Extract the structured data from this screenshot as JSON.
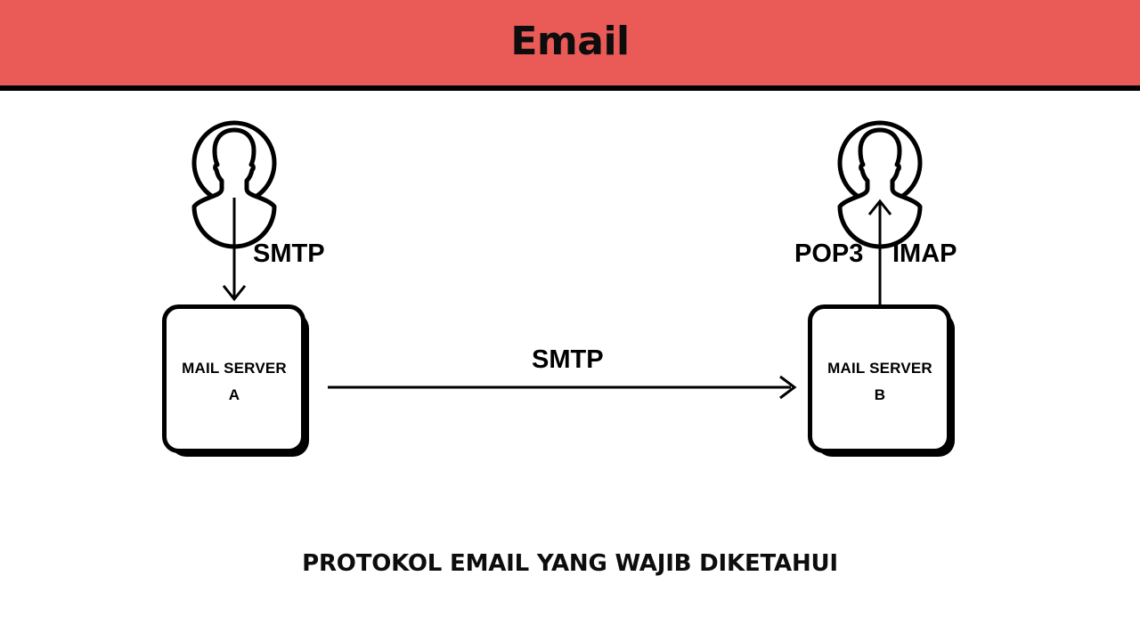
{
  "header": {
    "title": "Email",
    "background_color": "#ea5a57",
    "rule_color": "#000000"
  },
  "diagram": {
    "sender": {
      "icon": "user-avatar-icon",
      "position": "left"
    },
    "recipient": {
      "icon": "user-avatar-icon",
      "position": "right"
    },
    "servers": [
      {
        "id": "server-a",
        "line1": "MAIL SERVER",
        "line2": "A"
      },
      {
        "id": "server-b",
        "line1": "MAIL SERVER",
        "line2": "B"
      }
    ],
    "flows": [
      {
        "id": "sender-to-server-a",
        "label": "SMTP",
        "direction": "down",
        "from": "sender",
        "to": "server-a"
      },
      {
        "id": "server-a-to-server-b",
        "label": "SMTP",
        "direction": "right",
        "from": "server-a",
        "to": "server-b"
      },
      {
        "id": "server-b-to-recipient-pop3",
        "label": "POP3",
        "direction": "up",
        "from": "server-b",
        "to": "recipient"
      },
      {
        "id": "server-b-to-recipient-imap",
        "label": "IMAP",
        "direction": "up",
        "from": "server-b",
        "to": "recipient"
      }
    ]
  },
  "caption": {
    "text": "PROTOKOL EMAIL YANG WAJIB DIKETAHUI"
  },
  "colors": {
    "accent_red": "#ea5a57",
    "stroke_black": "#000000",
    "background_white": "#ffffff"
  }
}
